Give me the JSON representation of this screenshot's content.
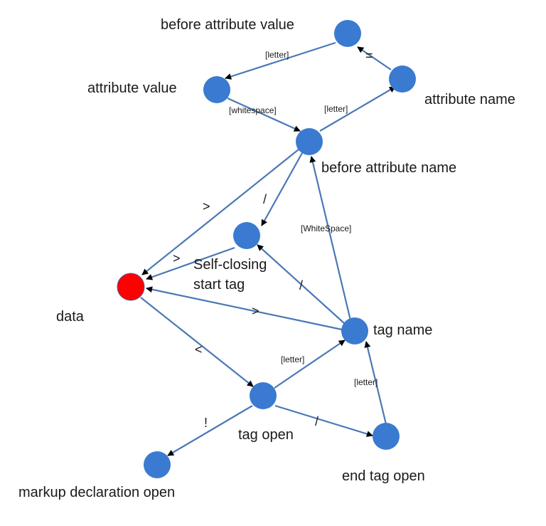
{
  "nodes": {
    "before_attribute_value": {
      "label": "before attribute value"
    },
    "attribute_value": {
      "label": "attribute value"
    },
    "attribute_name": {
      "label": "attribute name"
    },
    "before_attribute_name": {
      "label": "before attribute name"
    },
    "self_closing": {
      "label_line1": "Self-closing",
      "label_line2": "start tag"
    },
    "data": {
      "label": "data"
    },
    "tag_name": {
      "label": "tag name"
    },
    "tag_open": {
      "label": "tag open"
    },
    "end_tag_open": {
      "label": "end tag open"
    },
    "markup_declaration_open": {
      "label": "markup declaration open"
    }
  },
  "edges": {
    "bav_to_av": "[letter]",
    "an_to_bav": "=",
    "av_to_ban": "[whitespace]",
    "ban_to_an": "[letter]",
    "ban_to_data": ">",
    "ban_to_sc": "/",
    "sc_to_data": ">",
    "tn_to_ban": "[WhiteSpace]",
    "tn_to_sc": "/",
    "tn_to_data": ">",
    "data_to_to": "<",
    "to_to_tn": "[letter]",
    "eto_to_tn": "[letter]",
    "to_to_mdo": "!",
    "to_to_eto": "/"
  },
  "colors": {
    "node": "#3a7ad0",
    "start_node": "#ff0000",
    "edge": "#4a78b5",
    "arrowhead": "#000000"
  }
}
